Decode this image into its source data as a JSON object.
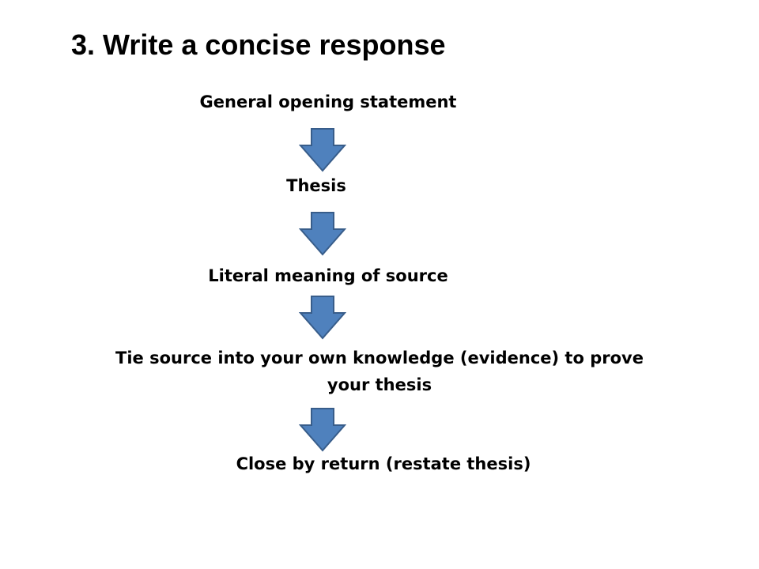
{
  "slide": {
    "title": "3. Write a concise response"
  },
  "flow": {
    "steps": [
      {
        "label": "General opening statement"
      },
      {
        "label": "Thesis"
      },
      {
        "label": "Literal meaning of source"
      },
      {
        "label": "Tie source into your own knowledge (evidence) to prove your thesis"
      },
      {
        "label": "Close by return (restate thesis)"
      }
    ],
    "arrow_icon": "down-arrow-icon",
    "arrow_fill": "#4F81BD",
    "arrow_stroke": "#385D8A"
  }
}
